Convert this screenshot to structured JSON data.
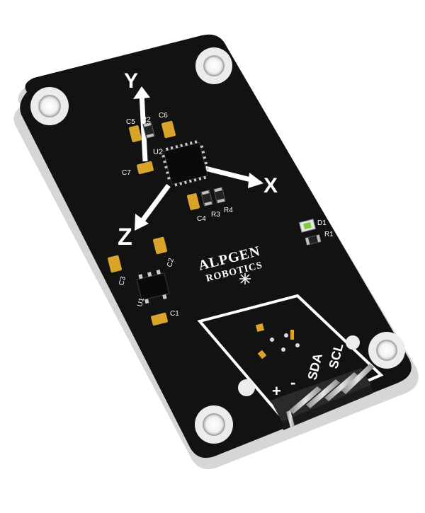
{
  "board": {
    "axes": {
      "y": "Y",
      "x": "X",
      "z": "Z"
    },
    "components": {
      "c1": "C1",
      "c2": "C2",
      "c3": "C3",
      "c4": "C4",
      "c5": "C5",
      "c6": "C6",
      "c7": "C7",
      "r1": "R1",
      "r2": "R2",
      "r3": "R3",
      "r4": "R4",
      "u1": "U1",
      "u2": "U2",
      "d1": "D1"
    },
    "brand": {
      "line1": "ALPGEN",
      "line2": "ROBOTICS"
    },
    "pins": {
      "plus": "+",
      "minus": "-",
      "sda": "SDA",
      "scl": "SCL"
    }
  },
  "colors": {
    "pcb": "#121212",
    "edge": "#d9d9d9",
    "silkscreen": "#ffffff",
    "pad_gold": "#d9a42a",
    "header_black": "#2a2a2a",
    "pin_silver": "#b8b8b8",
    "led_green": "#7ccd3a"
  }
}
